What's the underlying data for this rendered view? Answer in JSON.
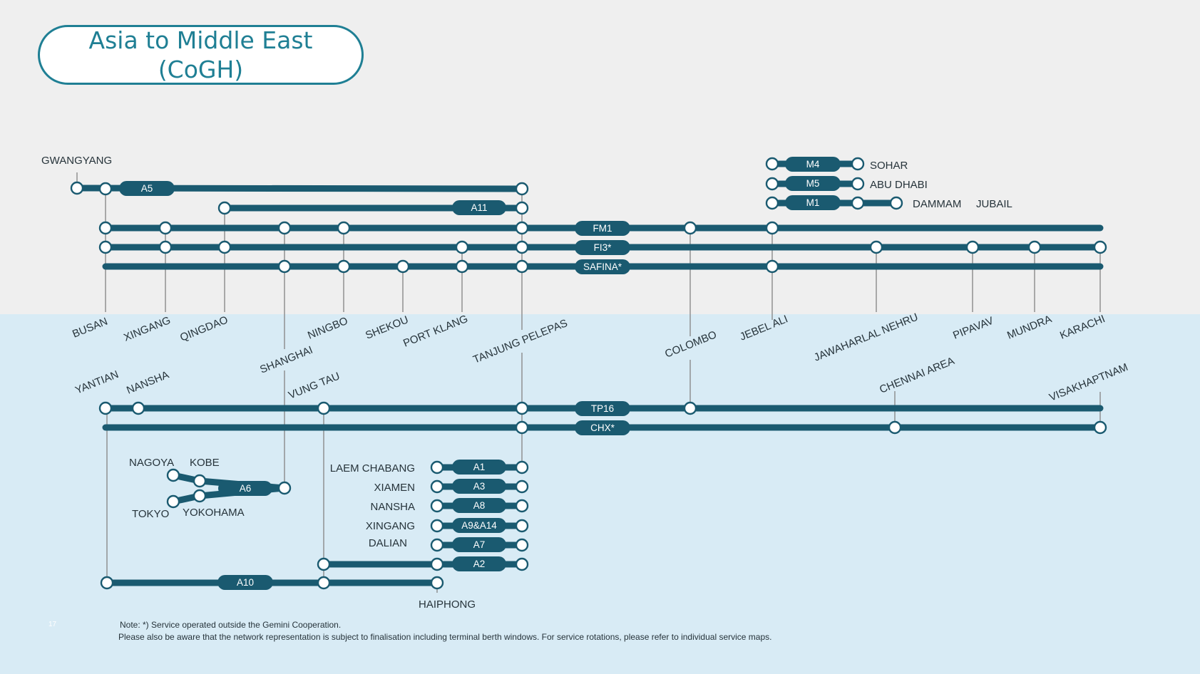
{
  "title": {
    "line1": "Asia to Middle East",
    "line2": "(CoGH)"
  },
  "colors": {
    "line": "#1a5a70",
    "node_fill": "#ffffff",
    "connector": "#8a8a8a",
    "title": "#1f7f94"
  },
  "ports": {
    "gwangyang": "GWANGYANG",
    "busan": "BUSAN",
    "xingang": "XINGANG",
    "qingdao": "QINGDAO",
    "shanghai": "SHANGHAI",
    "ningbo": "NINGBO",
    "shekou": "SHEKOU",
    "port_klang": "PORT KLANG",
    "tanjung_pelepas": "TANJUNG PELEPAS",
    "colombo": "COLOMBO",
    "jebel_ali": "JEBEL ALI",
    "jawaharlal_nehru": "JAWAHARLAL NEHRU",
    "pipavav": "PIPAVAV",
    "mundra": "MUNDRA",
    "karachi": "KARACHI",
    "sohar": "SOHAR",
    "abu_dhabi": "ABU DHABI",
    "dammam": "DAMMAM",
    "jubail": "JUBAIL",
    "yantian": "YANTIAN",
    "nansha": "NANSHA",
    "vung_tau": "VUNG TAU",
    "chennai_area": "CHENNAI AREA",
    "visakhaptnam": "VISAKHAPTNAM",
    "nagoya": "NAGOYA",
    "kobe": "KOBE",
    "tokyo": "TOKYO",
    "yokohama": "YOKOHAMA",
    "laem_chabang": "LAEM CHABANG",
    "xiamen": "XIAMEN",
    "nansha_2": "NANSHA",
    "xingang_2": "XINGANG",
    "dalian": "DALIAN",
    "haiphong": "HAIPHONG"
  },
  "services": {
    "a5": "A5",
    "a11": "A11",
    "fm1": "FM1",
    "fi3": "FI3*",
    "safina": "SAFINA*",
    "m4": "M4",
    "m5": "M5",
    "m1": "M1",
    "tp16": "TP16",
    "chx": "CHX*",
    "a6": "A6",
    "a1": "A1",
    "a3": "A3",
    "a8": "A8",
    "a9a14": "A9&A14",
    "a7": "A7",
    "a2": "A2",
    "a10": "A10"
  },
  "notes": {
    "line1": "Note: *) Service operated outside the Gemini Cooperation.",
    "line2": "Please also be aware that the network representation is subject to finalisation including terminal berth windows. For service rotations, please refer to individual service maps."
  },
  "page_number": "17"
}
